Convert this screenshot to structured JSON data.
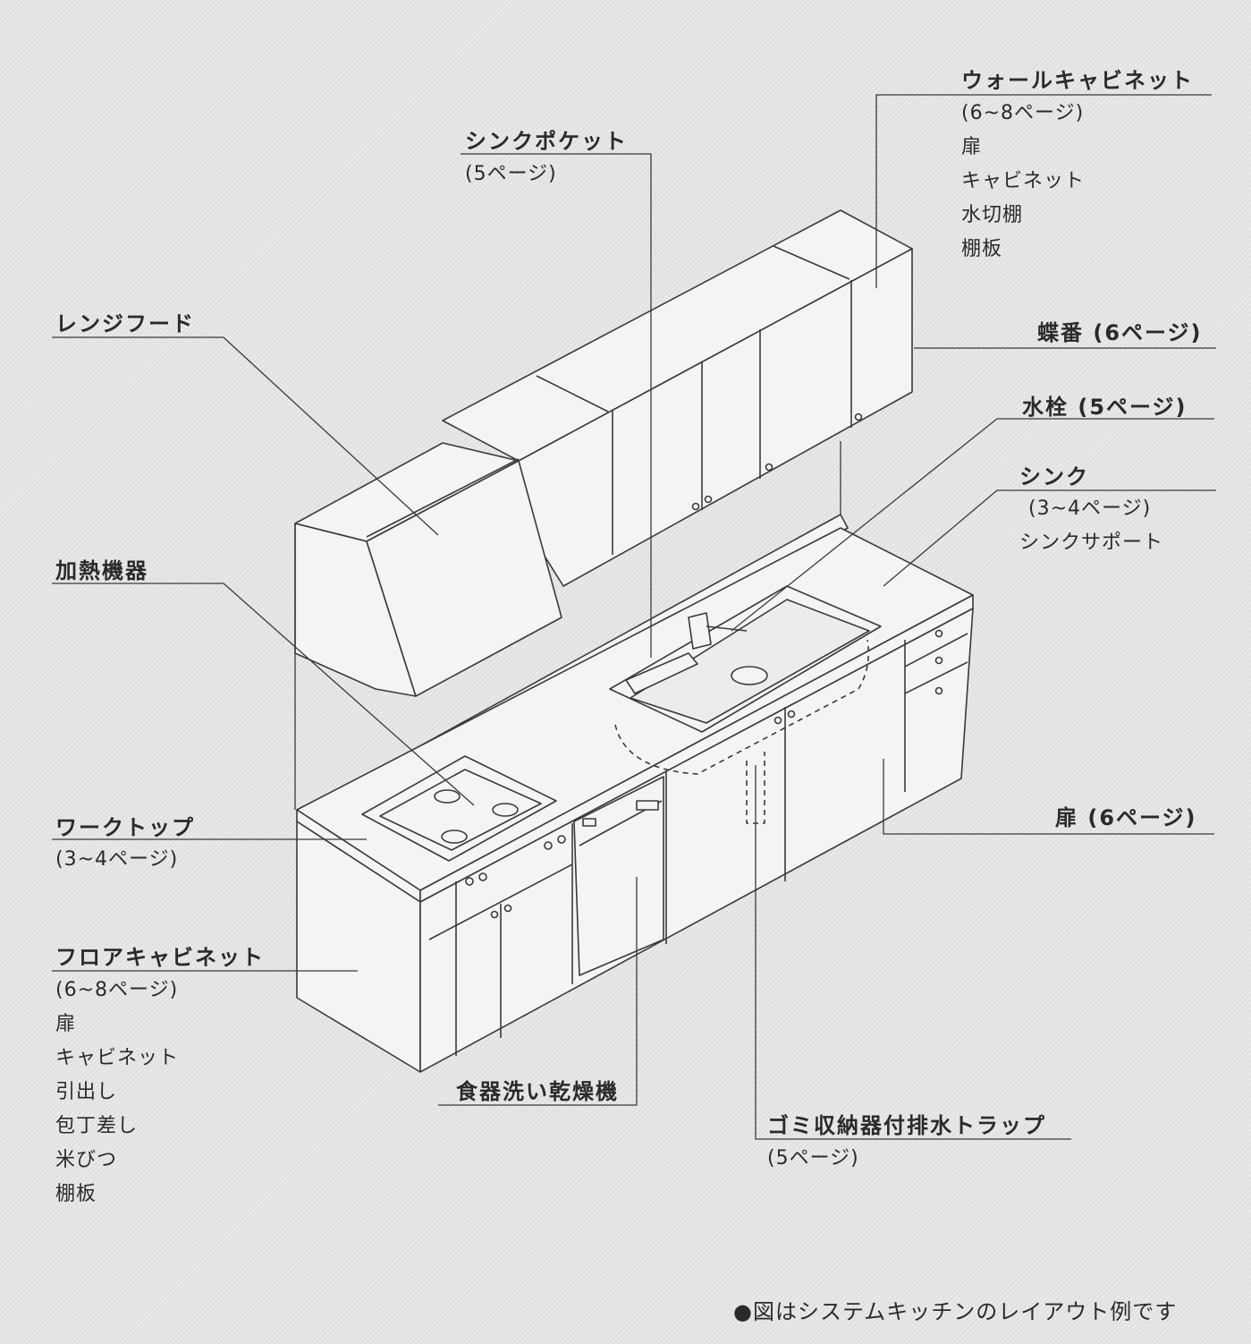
{
  "labels": {
    "wall_cabinet": {
      "title": "ウォールキャビネット",
      "page": "(6~8ページ)",
      "items": [
        "扉",
        "キャビネット",
        "水切棚",
        "棚板"
      ]
    },
    "sink_pocket": {
      "title": "シンクポケット",
      "page": "(5ページ)"
    },
    "range_hood": {
      "title": "レンジフード"
    },
    "hinge": {
      "title": "蝶番 (6ページ)"
    },
    "faucet": {
      "title": "水栓 (5ページ)"
    },
    "sink": {
      "title": "シンク",
      "page": "(3~4ページ)",
      "items": [
        "シンクサポート"
      ]
    },
    "heater": {
      "title": "加熱機器"
    },
    "worktop": {
      "title": "ワークトップ",
      "page": "(3~4ページ)"
    },
    "door": {
      "title": "扉 (6ページ)"
    },
    "floor_cabinet": {
      "title": "フロアキャビネット",
      "page": "(6~8ページ)",
      "items": [
        "扉",
        "キャビネット",
        "引出し",
        "包丁差し",
        "米びつ",
        "棚板"
      ]
    },
    "dishwasher": {
      "title": "食器洗い乾燥機"
    },
    "drain_trap": {
      "title": "ゴミ収納器付排水トラップ",
      "page": "(5ページ)"
    }
  },
  "footnote": "●図はシステムキッチンのレイアウト例です",
  "colors": {
    "line": "#3a3a3a",
    "fill": "#f4f4f2",
    "background": "#e4e4e4"
  }
}
